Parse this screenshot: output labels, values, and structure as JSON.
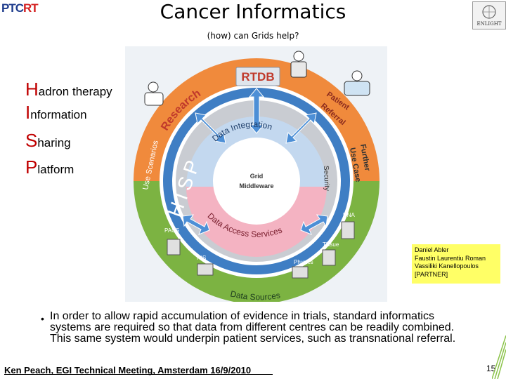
{
  "header": {
    "logo_left_a": "PTC",
    "logo_left_b": "RT",
    "logo_right": "ENLIGHT",
    "title": "Cancer Informatics",
    "subtitle": "(how) can Grids help?"
  },
  "acronym": [
    {
      "letter": "H",
      "rest": "adron therapy"
    },
    {
      "letter": "I",
      "rest": "nformation"
    },
    {
      "letter": "S",
      "rest": "haring"
    },
    {
      "letter": "P",
      "rest": "latform"
    }
  ],
  "diagram": {
    "rtdb": "RTDB",
    "research": "Research",
    "patient_referral_1": "Patient",
    "patient_referral_2": "Referral",
    "use_scenarios": "Use Scenarios",
    "further_use_case_1": "Further",
    "further_use_case_2": "Use Case",
    "hisp": "HISP",
    "data_integration": "Data Integration",
    "security": "Security",
    "grid_1": "Grid",
    "grid_2": "Middleware",
    "data_access": "Data Access Services",
    "pacs": "PACS",
    "his": "HIS",
    "physics": "Physics",
    "tissue": "Tissue",
    "dna": "DNA",
    "data_sources": "Data Sources"
  },
  "credits": [
    "Daniel Abler",
    "Faustin Laurentiu Roman",
    "Vassiliki Kanellopoulos",
    "[PARTNER]"
  ],
  "bullet": {
    "marker": "•",
    "text": "In order to allow rapid accumulation of evidence in trials, standard informatics systems are  required so that data from different centres can be readily combined. This same system would underpin patient services, such as transnational referral."
  },
  "footer": {
    "text": "Ken Peach, EGI Technical Meeting, Amsterdam 16/9/2010",
    "page": "15"
  },
  "colors": {
    "orange": "#f08a3c",
    "green": "#7cb342",
    "blue_ring": "#3f7ec4",
    "pink": "#f4b3c2",
    "accent_red": "#c00000"
  }
}
